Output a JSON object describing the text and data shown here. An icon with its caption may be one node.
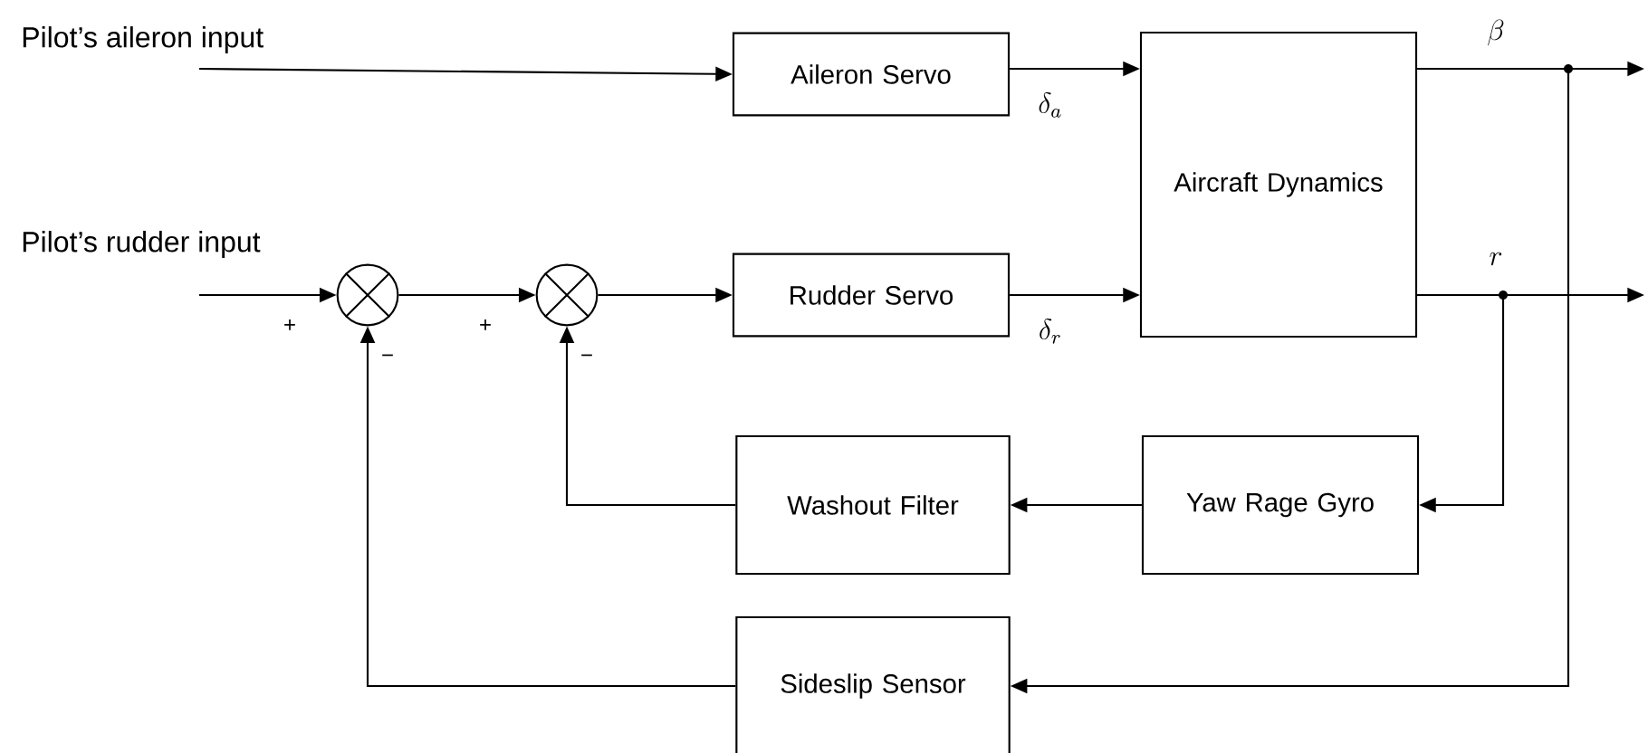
{
  "diagram": {
    "nodes": [
      {
        "text": [
          "Aileron Servo"
        ]
      },
      {
        "text": [
          "Aircraft Dynamics"
        ]
      },
      {
        "text": [],
        "shape": "circle"
      },
      {
        "text": [],
        "shape": "circle"
      },
      {
        "text": [
          "Rudder Servo"
        ]
      },
      {
        "text": [
          "Washout Filter"
        ]
      },
      {
        "text": [
          "Yaw Rage Gyro"
        ]
      },
      {
        "text": [
          "Sideslip Sensor"
        ]
      }
    ],
    "edges": [
      {
        "from": null,
        "to": 0,
        "arrow": "to",
        "label": "Pilot’s aileron input"
      },
      {
        "from": 0,
        "to": 1,
        "arrow": "to",
        "label": "\\delta_a"
      },
      {
        "from": null,
        "to": 2,
        "arrow": "to",
        "label": "Pilot’s rudder input"
      },
      {
        "from": 2,
        "to": 3,
        "arrow": "to"
      },
      {
        "from": 3,
        "to": 4,
        "arrow": "to"
      },
      {
        "from": 4,
        "to": 1,
        "arrow": "to",
        "label": "\\delta_r"
      },
      {
        "from": 1,
        "to": null,
        "arrow": "to",
        "label": "\\beta"
      },
      {
        "from": 1,
        "to": null,
        "arrow": "to",
        "label": "r"
      },
      {
        "from": 1,
        "to": 6,
        "arrow": "to"
      },
      {
        "from": 1,
        "to": 7,
        "arrow": "to"
      },
      {
        "from": 6,
        "to": 5,
        "arrow": "to"
      },
      {
        "from": 5,
        "to": 3,
        "arrow": "to"
      },
      {
        "from": 7,
        "to": 2,
        "arrow": "to"
      }
    ],
    "labels": [
      "+",
      "−",
      "+",
      "−"
    ]
  }
}
